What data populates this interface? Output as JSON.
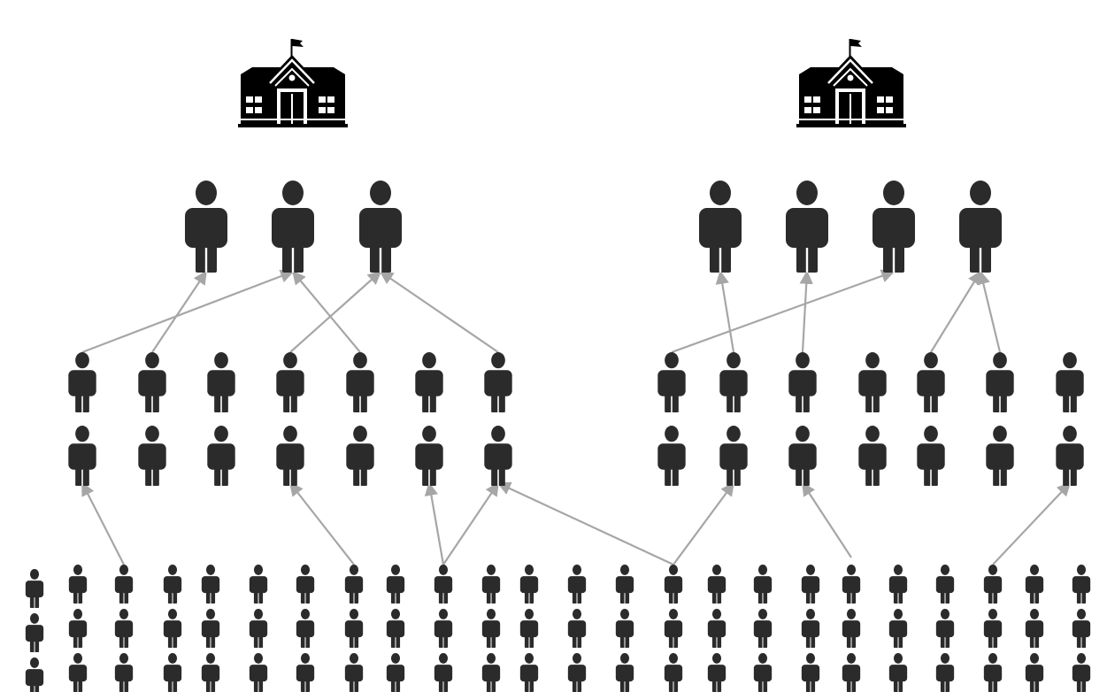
{
  "colors": {
    "person": "#2b2b2b",
    "arrow": "#a6a6a6",
    "school": "#000000",
    "background": "#ffffff"
  },
  "icons": {
    "school": "school-building-icon",
    "person": "person-icon"
  },
  "diagram": {
    "schools": [
      {
        "id": "school-left",
        "icon": "school-building-icon"
      },
      {
        "id": "school-right",
        "icon": "school-building-icon"
      }
    ],
    "groups": {
      "top_left_count": 3,
      "top_right_count": 4,
      "middle_left_columns": 7,
      "middle_right_columns": 7,
      "middle_rows": 2,
      "bottom_columns": 24,
      "bottom_rows": 3
    },
    "edge_count": 18
  }
}
